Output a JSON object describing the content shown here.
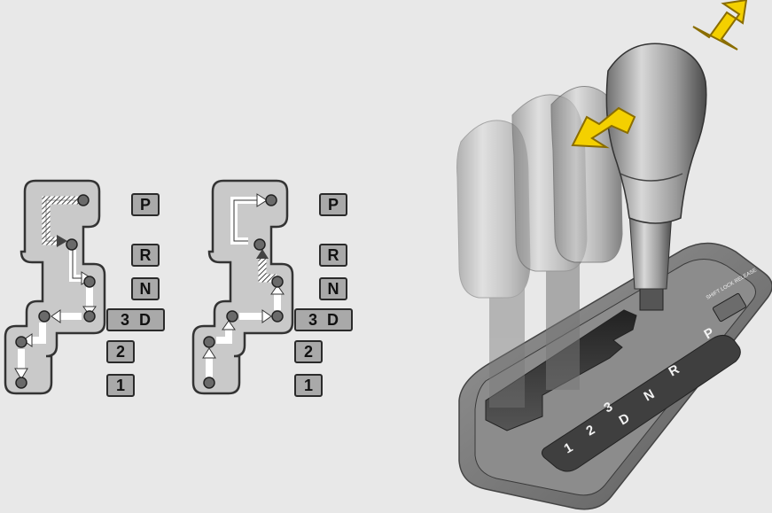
{
  "diagram": {
    "gate_left": {
      "labels": [
        {
          "id": "p",
          "text": "P"
        },
        {
          "id": "r",
          "text": "R"
        },
        {
          "id": "n",
          "text": "N"
        },
        {
          "id": "3d",
          "text": "3 D"
        },
        {
          "id": "2",
          "text": "2"
        },
        {
          "id": "1",
          "text": "1"
        }
      ]
    },
    "gate_right": {
      "labels": [
        {
          "id": "p",
          "text": "P"
        },
        {
          "id": "r",
          "text": "R"
        },
        {
          "id": "n",
          "text": "N"
        },
        {
          "id": "3d",
          "text": "3 D"
        },
        {
          "id": "2",
          "text": "2"
        },
        {
          "id": "1",
          "text": "1"
        }
      ]
    },
    "console_plate": {
      "positions": [
        "P",
        "R",
        "N",
        "3",
        "D",
        "2",
        "1"
      ],
      "release_label": "SHIFT LOCK RELEASE"
    },
    "arrow_color": "#f4d000",
    "label_fill": "#a9a9a9"
  }
}
